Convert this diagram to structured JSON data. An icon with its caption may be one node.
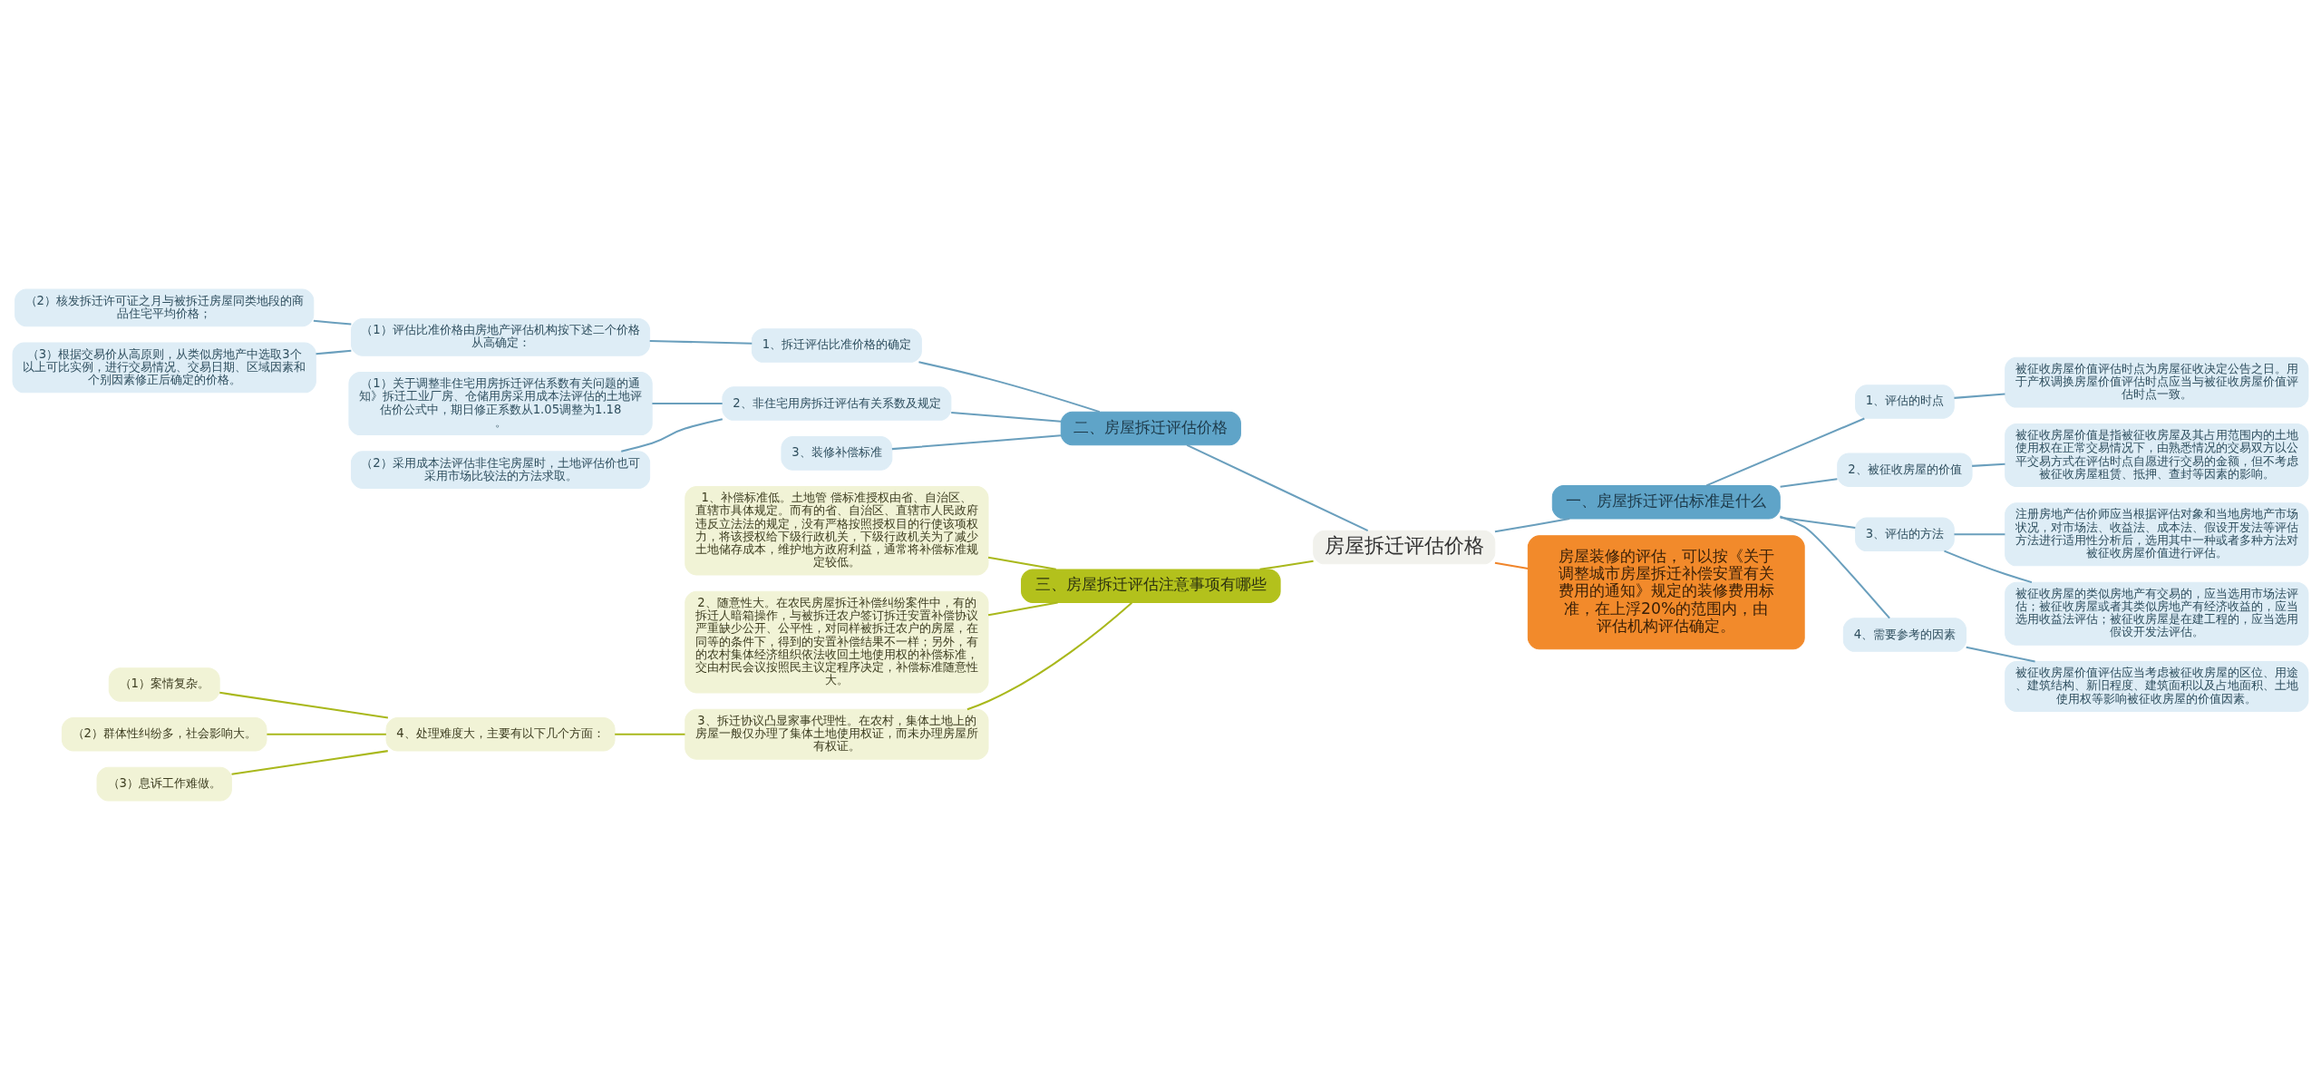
{
  "diagram": {
    "nodes": [
      {
        "text": [
          "房屋拆迁评估价格"
        ]
      },
      {
        "text": [
          "一、房屋拆迁评估标准是什么"
        ]
      },
      {
        "text": [
          "1、评估的时点"
        ]
      },
      {
        "text": [
          "被征收房屋价值评估时点为房屋征收决定公告之日。用于产权调换房屋价值评估时点应当与被征收房屋价值评估时点一致。"
        ]
      },
      {
        "text": [
          "2、被征收房屋的价值"
        ]
      },
      {
        "text": [
          "被征收房屋价值是指被征收房屋及其占用范围内的土地使用权在正常交易情况下，由熟悉情况的交易双方以公平交易方式在评估时点自愿进行交易的金额，但不考虑被征收房屋租赁、抵押、查封等因素的影响。"
        ]
      },
      {
        "text": [
          "3、评估的方法"
        ]
      },
      {
        "text": [
          "注册房地产估价师应当根据评估对象和当地房地产市场状况，对市场法、收益法、成本法、假设开发法等评估方法进行适用性分析后，选用其中一种或者多种方法对被征收房屋价值进行评估。"
        ]
      },
      {
        "text": [
          "被征收房屋的类似房地产有交易的，应当选用市场法评估；被征收房屋或者其类似房地产有经济收益的，应当选用收益法评估；被征收房屋是在建工程的，应当选用假设开发法评估。"
        ]
      },
      {
        "text": [
          "4、需要参考的因素"
        ]
      },
      {
        "text": [
          "被征收房屋价值评估应当考虑被征收房屋的区位、用途、建筑结构、新旧程度、建筑面积以及占地面积、土地使用权等影响被征收房屋的价值因素。"
        ]
      },
      {
        "text": [
          "房屋装修的评估，可以按《关于调整城市房屋拆迁补偿安置有关费用的通知》规定的装修费用标准，在上浮20%的范围内，由评估机构评估确定。"
        ]
      },
      {
        "text": [
          "二、房屋拆迁评估价格"
        ]
      },
      {
        "text": [
          "1、拆迁评估比准价格的确定"
        ]
      },
      {
        "text": [
          "（1）评估比准价格由房地产评估机构按下述二个价格从高确定："
        ]
      },
      {
        "text": [
          "（2）核发拆迁许可证之月与被拆迁房屋同类地段的商品住宅平均价格；"
        ]
      },
      {
        "text": [
          "（3）根据交易价从高原则，从类似房地产中选取3个以上可比实例，进行交易情况、交易日期、区域因素和个别因素修正后确定的价格。"
        ]
      },
      {
        "text": [
          "2、非住宅用房拆迁评估有关系数及规定"
        ]
      },
      {
        "text": [
          "（1）关于调整非住宅用房拆迁评估系数有关问题的通知》拆迁工业厂房、仓储用房采用成本法评估的土地评估价公式中，期日修正系数从1.05调整为1.18。"
        ]
      },
      {
        "text": [
          "（2）采用成本法评估非住宅房屋时，土地评估价也可采用市场比较法的方法求取。"
        ]
      },
      {
        "text": [
          "3、装修补偿标准"
        ]
      },
      {
        "text": [
          "三、房屋拆迁评估注意事项有哪些"
        ]
      },
      {
        "text": [
          "1、补偿标准低。土地管 偿标准授权由省、自治区、直辖市具体规定。而有的省、自治区、直辖市人民政府违反立法法的规定，没有严格按照授权目的行使该项权力，将该授权给下级行政机关，下级行政机关为了减少土地储存成本，维护地方政府利益，通常将补偿标准规定较低。"
        ]
      },
      {
        "text": [
          "2、随意性大。在农民房屋拆迁补偿纠纷案件中，有的拆迁人暗箱操作，与被拆迁农户签订拆迁安置补偿协议严重缺少公开、公平性，对同样被拆迁农户的房屋，在同等的条件下，得到的安置补偿结果不一样；另外，有的农村集体经济组织依法收回土地使用权的补偿标准，交由村民会议按照民主议定程序决定，补偿标准随意性大。"
        ]
      },
      {
        "text": [
          "3、拆迁协议凸显家事代理性。在农村，集体土地上的房屋一般仅办理了集体土地使用权证，而未办理房屋所有权证。"
        ]
      },
      {
        "text": [
          "4、处理难度大，主要有以下几个方面："
        ]
      },
      {
        "text": [
          "（1）案情复杂。"
        ]
      },
      {
        "text": [
          "（2）群体性纠纷多，社会影响大。"
        ]
      },
      {
        "text": [
          "（3）息诉工作难做。"
        ]
      }
    ],
    "edges": [
      {
        "from": 0,
        "to": 1,
        "arrow": "none"
      },
      {
        "from": 1,
        "to": 2,
        "arrow": "none"
      },
      {
        "from": 2,
        "to": 3,
        "arrow": "none"
      },
      {
        "from": 1,
        "to": 4,
        "arrow": "none"
      },
      {
        "from": 4,
        "to": 5,
        "arrow": "none"
      },
      {
        "from": 1,
        "to": 6,
        "arrow": "none"
      },
      {
        "from": 6,
        "to": 7,
        "arrow": "none"
      },
      {
        "from": 6,
        "to": 8,
        "arrow": "none"
      },
      {
        "from": 1,
        "to": 9,
        "arrow": "none"
      },
      {
        "from": 9,
        "to": 10,
        "arrow": "none"
      },
      {
        "from": 0,
        "to": 11,
        "arrow": "none",
        "color": "#f0852a"
      },
      {
        "from": 0,
        "to": 12,
        "arrow": "none"
      },
      {
        "from": 12,
        "to": 13,
        "arrow": "none"
      },
      {
        "from": 13,
        "to": 14,
        "arrow": "none"
      },
      {
        "from": 14,
        "to": 15,
        "arrow": "none"
      },
      {
        "from": 14,
        "to": 16,
        "arrow": "none"
      },
      {
        "from": 12,
        "to": 17,
        "arrow": "none"
      },
      {
        "from": 17,
        "to": 18,
        "arrow": "none"
      },
      {
        "from": 17,
        "to": 19,
        "arrow": "none"
      },
      {
        "from": 12,
        "to": 20,
        "arrow": "none"
      },
      {
        "from": 0,
        "to": 21,
        "arrow": "none",
        "color": "#a9b81c"
      },
      {
        "from": 21,
        "to": 22,
        "arrow": "none",
        "color": "#a9b81c"
      },
      {
        "from": 21,
        "to": 23,
        "arrow": "none",
        "color": "#a9b81c"
      },
      {
        "from": 21,
        "to": 24,
        "arrow": "none",
        "color": "#a9b81c"
      },
      {
        "from": 24,
        "to": 25,
        "arrow": "none",
        "color": "#a9b81c"
      },
      {
        "from": 25,
        "to": 26,
        "arrow": "none",
        "color": "#a9b81c"
      },
      {
        "from": 25,
        "to": 27,
        "arrow": "none",
        "color": "#a9b81c"
      },
      {
        "from": 25,
        "to": 28,
        "arrow": "none",
        "color": "#a9b81c"
      }
    ]
  }
}
